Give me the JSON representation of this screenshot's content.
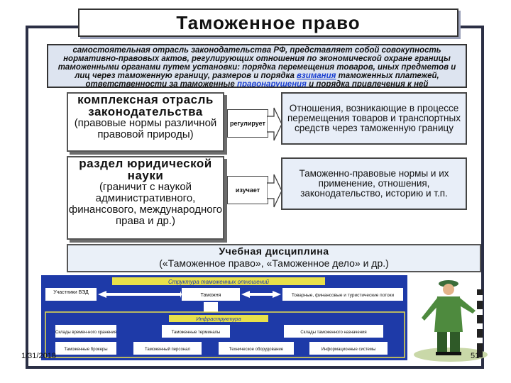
{
  "title": "Таможенное  право",
  "definition": {
    "before_link1": "самостоятельная отрасль законодательства РФ, представляет собой совокупность нормативно-правовых актов, регулирующих отношения по экономической охране границы таможенными органами путем установки: порядка перемещения товаров, иных предметов и лиц через таможенную границу, размеров и порядка ",
    "link1": "взимания",
    "between_links": " таможенных платежей, ответственности за таможенные ",
    "link2": "правонарушения",
    "after_link2": " и порядка привлечения к ней"
  },
  "left_boxes": [
    {
      "head": "комплексная отрасль законодательства",
      "sub": "(правовые нормы различной правовой природы)"
    },
    {
      "head": "раздел юридической науки",
      "sub": "(граничит с наукой административного, финансового, международного права и др.)"
    }
  ],
  "connectors": [
    "регулирует",
    "изучает"
  ],
  "right_boxes": [
    "Отношения, возникающие в процессе перемещения товаров и транспортных средств через таможенную границу",
    "Таможенно-правовые нормы и их применение, отношения, законодательство, историю и т.п."
  ],
  "course": {
    "title": "Учебная дисциплина",
    "subtitle": "(«Таможенное право», «Таможенное дело» и др.)"
  },
  "infra_diagram": {
    "header": "Структура таможенных отношений",
    "top_row": [
      "Участники ВЭД",
      "Таможня",
      "Товарные, финансовые и туристические потоки"
    ],
    "infra_label": "Инфраструктура",
    "middle_row": [
      "Склады времен-ного хранения",
      "Таможенные терминалы",
      "Склады таможенного назначения"
    ],
    "bottom_row": [
      "Таможенные брокеры",
      "Таможенный персонал",
      "Техническое оборудование",
      "Информационные системы"
    ]
  },
  "footer": {
    "date": "1/31/2018",
    "page": "51"
  },
  "colors": {
    "frame": "#2b2f45",
    "box_fill": "#dde4f0",
    "infra_bg": "#1e3aa8",
    "link": "#1a3fd0"
  }
}
